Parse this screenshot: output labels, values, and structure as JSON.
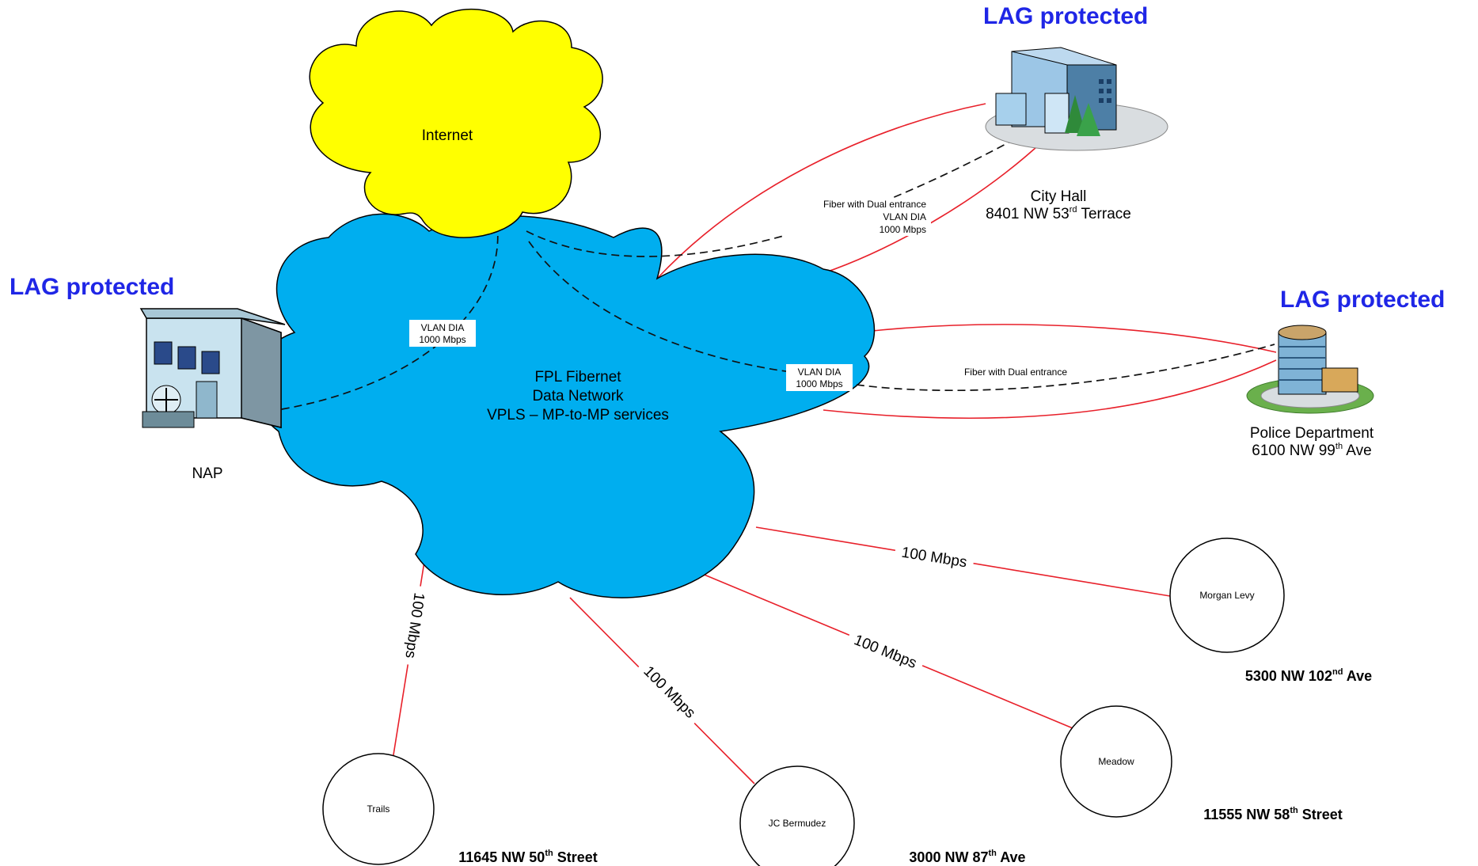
{
  "lag": [
    "LAG protected",
    "LAG protected",
    "LAG protected"
  ],
  "internet": "Internet",
  "fibernet": {
    "line1": "FPL Fibernet",
    "line2": "Data Network",
    "line3": "VPLS – MP-to-MP services"
  },
  "nap": "NAP",
  "city_hall": {
    "name": "City Hall",
    "address_prefix": "8401 NW 53",
    "address_sup": "rd",
    "address_suffix": " Terrace"
  },
  "police": {
    "name": "Police Department",
    "address_prefix": "6100 NW 99",
    "address_sup": "th",
    "address_suffix": " Ave"
  },
  "city_hall_link": {
    "line1": "Fiber with Dual entrance",
    "line2": "VLAN DIA",
    "line3": "1000 Mbps"
  },
  "nap_link": {
    "line1": "VLAN DIA",
    "line2": "1000 Mbps"
  },
  "police_vlan": {
    "line1": "VLAN DIA",
    "line2": "1000 Mbps"
  },
  "police_fiber": "Fiber with Dual entrance",
  "sites": [
    {
      "name": "Morgan Levy",
      "speed": "100 Mbps",
      "addr_prefix": "5300 NW 102",
      "addr_sup": "nd",
      "addr_suffix": " Ave"
    },
    {
      "name": "Meadow",
      "speed": "100 Mbps",
      "addr_prefix": "11555 NW 58",
      "addr_sup": "th",
      "addr_suffix": " Street"
    },
    {
      "name": "JC Bermudez",
      "speed": "100 Mbps",
      "addr_prefix": "3000 NW 87",
      "addr_sup": "th",
      "addr_suffix": " Ave"
    },
    {
      "name": "Trails",
      "speed": "100 Mbps",
      "addr_prefix": "11645 NW 50",
      "addr_sup": "th",
      "addr_suffix": " Street"
    }
  ],
  "colors": {
    "internet_cloud": "#ffff00",
    "fibernet_cloud": "#00aeef",
    "lag_text": "#1f26e6",
    "link_red": "#e8202a"
  },
  "icons": [
    "internet-cloud",
    "fibernet-cloud",
    "nap-building-icon",
    "city-hall-building-icon",
    "police-building-icon"
  ]
}
